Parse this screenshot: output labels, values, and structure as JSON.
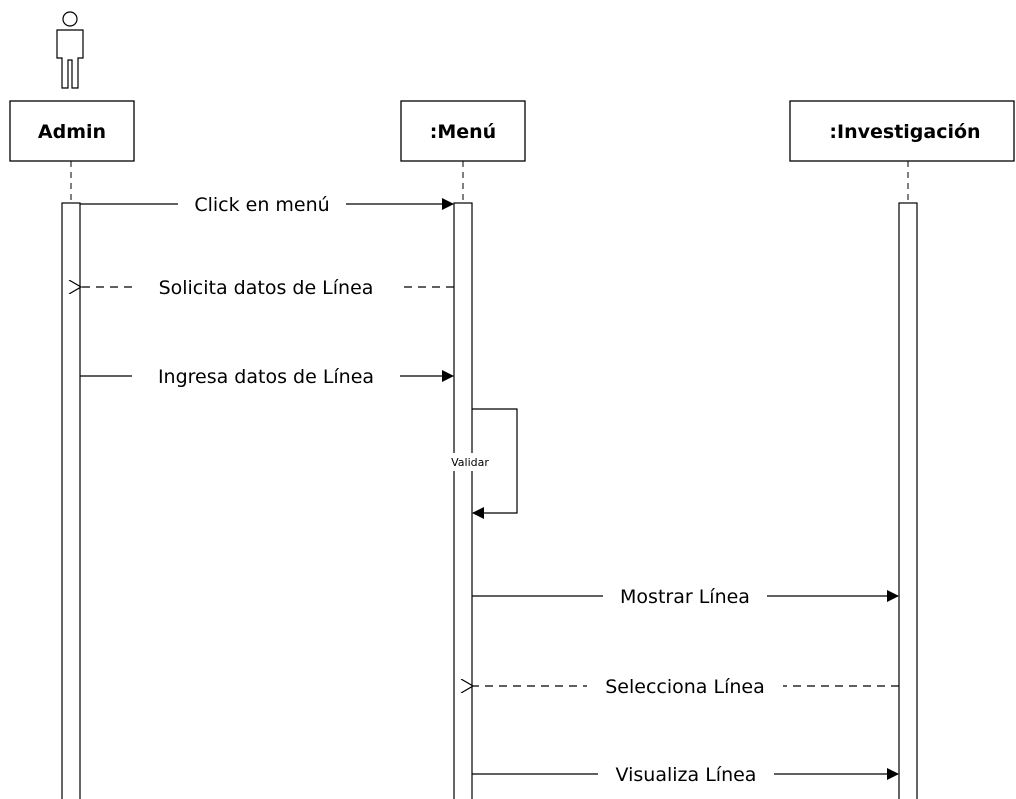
{
  "participants": [
    {
      "id": "admin",
      "label": "Admin",
      "actor": true
    },
    {
      "id": "menu",
      "label": ":Menú",
      "actor": false
    },
    {
      "id": "investigacion",
      "label": ":Investigación",
      "actor": false
    }
  ],
  "messages": [
    {
      "from": "admin",
      "to": "menu",
      "label": "Click en menú",
      "kind": "sync"
    },
    {
      "from": "menu",
      "to": "admin",
      "label": "Solicita datos de Línea",
      "kind": "return"
    },
    {
      "from": "admin",
      "to": "menu",
      "label": "Ingresa datos de Línea",
      "kind": "sync"
    },
    {
      "from": "menu",
      "to": "menu",
      "label": "Validar",
      "kind": "self"
    },
    {
      "from": "menu",
      "to": "investigacion",
      "label": "Mostrar Línea",
      "kind": "sync"
    },
    {
      "from": "investigacion",
      "to": "menu",
      "label": "Selecciona Línea",
      "kind": "return"
    },
    {
      "from": "menu",
      "to": "investigacion",
      "label": "Visualiza Línea",
      "kind": "sync"
    }
  ]
}
